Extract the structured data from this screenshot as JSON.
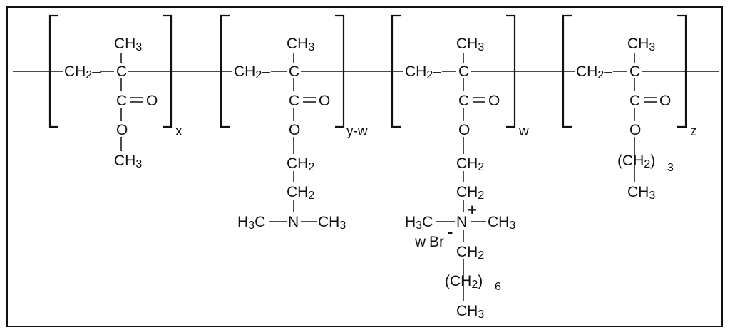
{
  "diagram": {
    "repeat_units": [
      {
        "subscript": "x",
        "backbone": "CH2",
        "methyl": "CH3",
        "carbon": "C",
        "carbonyl_c": "C",
        "carbonyl_o": "O",
        "ester_o": "O",
        "side_chain": [
          "CH3"
        ]
      },
      {
        "subscript": "y-w",
        "backbone": "CH2",
        "methyl": "CH3",
        "carbon": "C",
        "carbonyl_c": "C",
        "carbonyl_o": "O",
        "ester_o": "O",
        "side_chain": [
          "CH2",
          "CH2"
        ],
        "amine": {
          "left": "H3C",
          "center": "N",
          "right": "CH3"
        }
      },
      {
        "subscript": "w",
        "backbone": "CH2",
        "methyl": "CH3",
        "carbon": "C",
        "carbonyl_c": "C",
        "carbonyl_o": "O",
        "ester_o": "O",
        "side_chain": [
          "CH2",
          "CH2"
        ],
        "ammonium": {
          "left": "H3C",
          "center": "N",
          "right": "CH3",
          "charge": "+"
        },
        "counterion": {
          "count": "w",
          "ion": "Br",
          "charge": "-"
        },
        "tail": {
          "first": "CH2",
          "repeat": "(CH2)",
          "repeat_n": "6",
          "end": "CH3"
        }
      },
      {
        "subscript": "z",
        "backbone": "CH2",
        "methyl": "CH3",
        "carbon": "C",
        "carbonyl_c": "C",
        "carbonyl_o": "O",
        "ester_o": "O",
        "tail": {
          "repeat": "(CH2)",
          "repeat_n": "3",
          "end": "CH3"
        }
      }
    ]
  }
}
